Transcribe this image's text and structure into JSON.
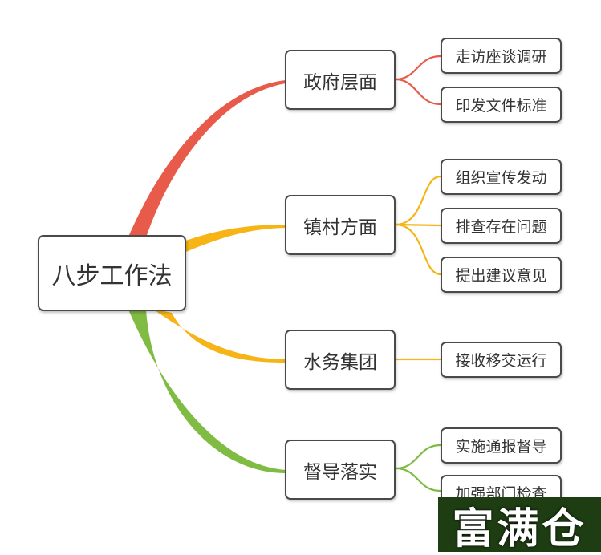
{
  "root": {
    "label": "八步工作法"
  },
  "branches": [
    {
      "label": "政府层面",
      "color": "#e85b4a",
      "leaves": [
        "走访座谈调研",
        "印发文件标准"
      ]
    },
    {
      "label": "镇村方面",
      "color": "#f6b417",
      "leaves": [
        "组织宣传发动",
        "排查存在问题",
        "提出建议意见"
      ]
    },
    {
      "label": "水务集团",
      "color": "#f6b417",
      "leaves": [
        "接收移交运行"
      ]
    },
    {
      "label": "督导落实",
      "color": "#80bb43",
      "leaves": [
        "实施通报督导",
        "加强部门检查"
      ]
    }
  ],
  "watermark": {
    "text": "富满仓"
  }
}
